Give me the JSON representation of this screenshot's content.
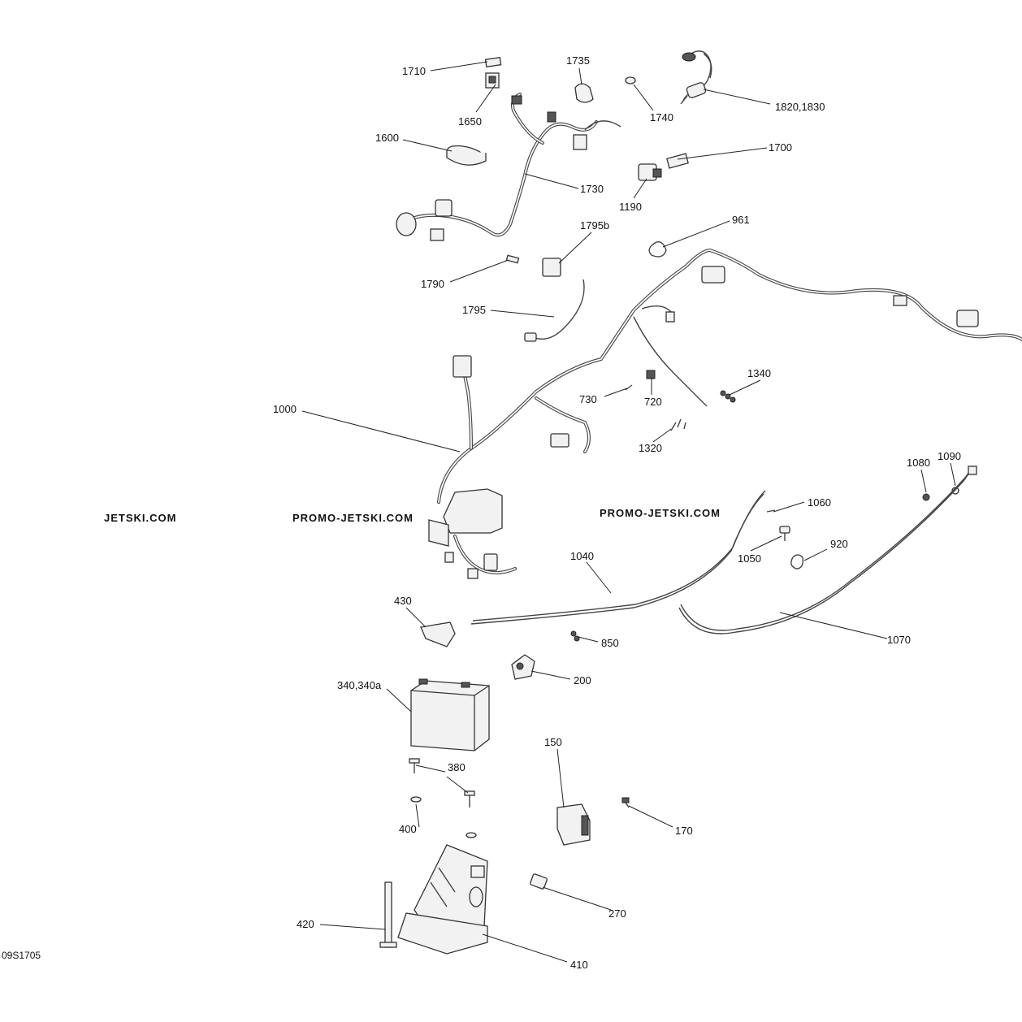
{
  "diagram": {
    "drawing_code": "09S1705",
    "watermark": [
      "JETSKI.COM",
      "PROMO-JETSKI.COM",
      "PROMO-JETSKI.COM"
    ],
    "callouts": [
      {
        "id": "c1710",
        "label": "1710"
      },
      {
        "id": "c1650",
        "label": "1650"
      },
      {
        "id": "c1735",
        "label": "1735"
      },
      {
        "id": "c1740",
        "label": "1740"
      },
      {
        "id": "c1820",
        "label": "1820,1830"
      },
      {
        "id": "c1600",
        "label": "1600"
      },
      {
        "id": "c1730",
        "label": "1730"
      },
      {
        "id": "c1700",
        "label": "1700"
      },
      {
        "id": "c1190",
        "label": "1190"
      },
      {
        "id": "c961",
        "label": "961"
      },
      {
        "id": "c1795b",
        "label": "1795b"
      },
      {
        "id": "c1790",
        "label": "1790"
      },
      {
        "id": "c1795",
        "label": "1795"
      },
      {
        "id": "c1340",
        "label": "1340"
      },
      {
        "id": "c730",
        "label": "730"
      },
      {
        "id": "c720",
        "label": "720"
      },
      {
        "id": "c1000",
        "label": "1000"
      },
      {
        "id": "c1320",
        "label": "1320"
      },
      {
        "id": "c1080",
        "label": "1080"
      },
      {
        "id": "c1090",
        "label": "1090"
      },
      {
        "id": "c1060",
        "label": "1060"
      },
      {
        "id": "c920",
        "label": "920"
      },
      {
        "id": "c1050",
        "label": "1050"
      },
      {
        "id": "c1040",
        "label": "1040"
      },
      {
        "id": "c430",
        "label": "430"
      },
      {
        "id": "c850",
        "label": "850"
      },
      {
        "id": "c1070",
        "label": "1070"
      },
      {
        "id": "c200",
        "label": "200"
      },
      {
        "id": "c340",
        "label": "340,340a"
      },
      {
        "id": "c150",
        "label": "150"
      },
      {
        "id": "c380",
        "label": "380"
      },
      {
        "id": "c170",
        "label": "170"
      },
      {
        "id": "c400",
        "label": "400"
      },
      {
        "id": "c270",
        "label": "270"
      },
      {
        "id": "c420",
        "label": "420"
      },
      {
        "id": "c410",
        "label": "410"
      }
    ]
  }
}
